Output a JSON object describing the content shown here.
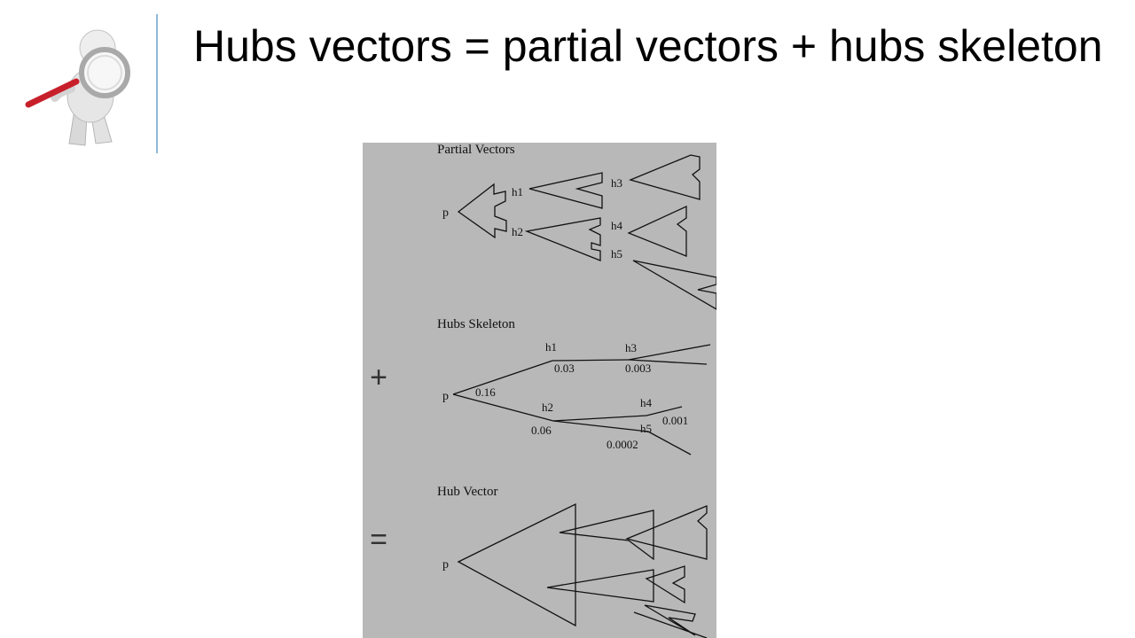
{
  "slide": {
    "title": "Hubs vectors = partial vectors + hubs skeleton",
    "logo_icon": "person-magnifier-icon",
    "accent_color": "#8fb8d6"
  },
  "figure": {
    "background": "#b8b8b8",
    "partial_vectors": {
      "heading": "Partial Vectors",
      "root": "p",
      "hubs": [
        "h1",
        "h2",
        "h3",
        "h4",
        "h5"
      ]
    },
    "hubs_skeleton": {
      "operator": "+",
      "heading": "Hubs Skeleton",
      "root": "p",
      "hubs": [
        "h1",
        "h3",
        "h2",
        "h4",
        "h5"
      ],
      "values": [
        "0.16",
        "0.03",
        "0.003",
        "0.06",
        "0.001",
        "0.0002"
      ]
    },
    "hub_vector": {
      "operator": "=",
      "heading": "Hub Vector",
      "root": "p"
    }
  }
}
